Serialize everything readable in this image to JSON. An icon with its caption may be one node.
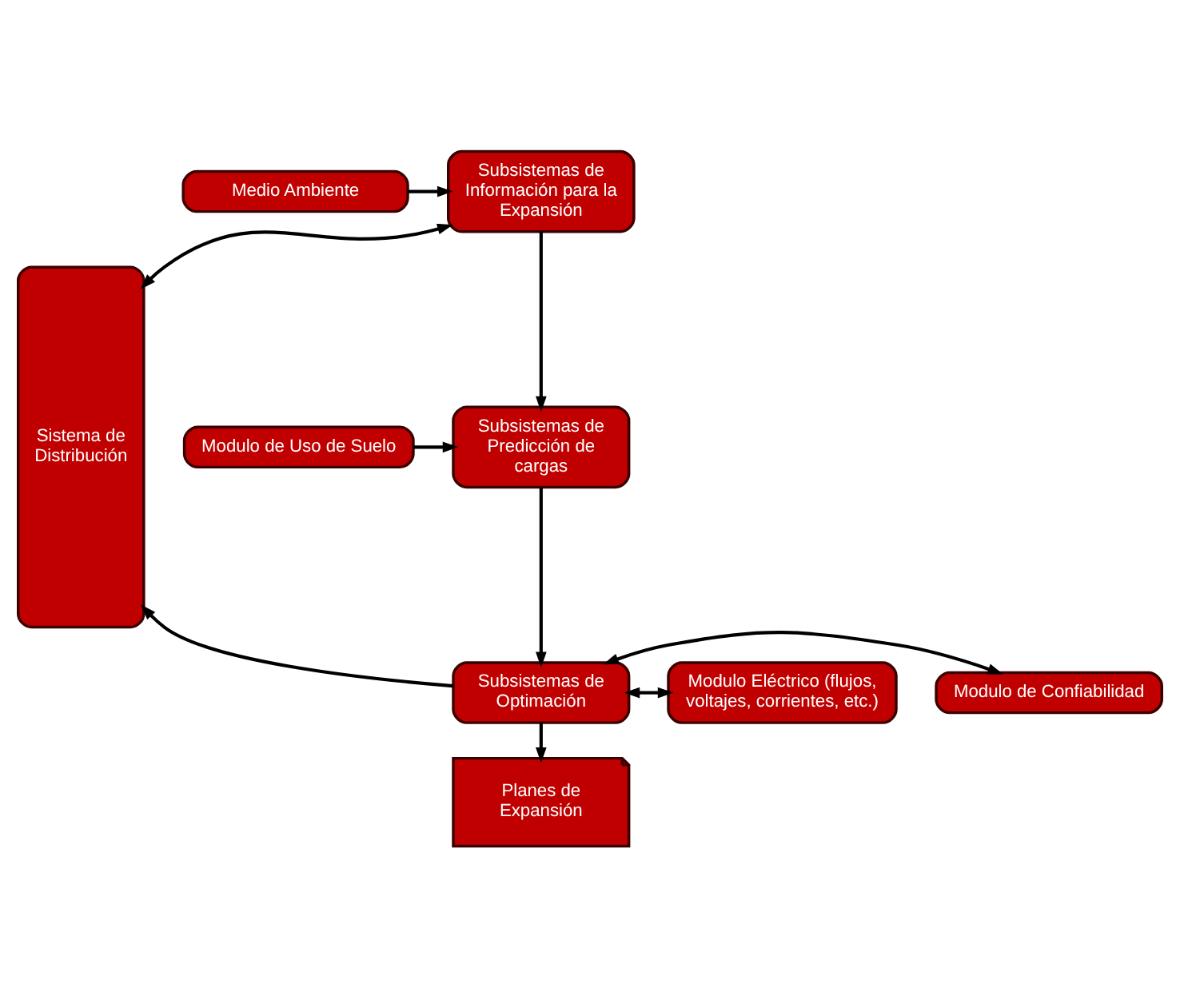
{
  "diagram": {
    "nodes": [
      {
        "text": [
          "Sistema de Distribución"
        ]
      },
      {
        "text": [
          "Subsistemas de Información para la Expansión"
        ]
      },
      {
        "text": [
          "Medio Ambiente"
        ]
      },
      {
        "text": [
          "Subsistemas de Predicción de cargas"
        ]
      },
      {
        "text": [
          "Modulo de Uso de Suelo"
        ]
      },
      {
        "text": [
          "Subsistemas de Optimación"
        ]
      },
      {
        "text": [
          "Modulo de Confiabilidad"
        ]
      },
      {
        "text": [
          "Modulo Eléctrico (flujos, voltajes, corrientes, etc.)"
        ]
      },
      {
        "text": [
          "Planes de Expansión"
        ]
      }
    ],
    "edges": [
      {
        "from": 1,
        "to": 0,
        "arrow": "both"
      },
      {
        "from": 2,
        "to": 1,
        "arrow": "to"
      },
      {
        "from": 1,
        "to": 3,
        "arrow": "to"
      },
      {
        "from": 4,
        "to": 3,
        "arrow": "to"
      },
      {
        "from": 3,
        "to": 5,
        "arrow": "to"
      },
      {
        "from": 5,
        "to": 0,
        "arrow": "to"
      },
      {
        "from": 5,
        "to": 6,
        "arrow": "both"
      },
      {
        "from": 5,
        "to": 7,
        "arrow": "both"
      },
      {
        "from": 5,
        "to": 8,
        "arrow": "to"
      }
    ]
  }
}
